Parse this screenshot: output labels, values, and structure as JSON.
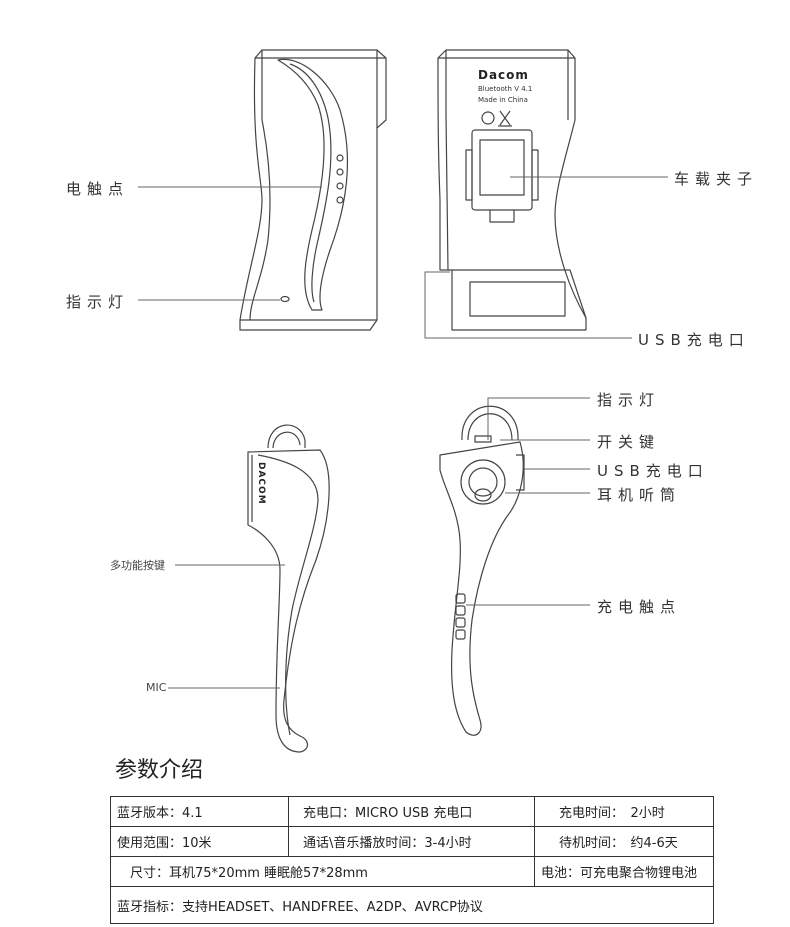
{
  "top_views": {
    "brand": "Dacom",
    "brand_sub": "Bluetooth V 4.1",
    "brand_origin": "Made in China",
    "labels": {
      "contacts": "电触点",
      "indicator": "指示灯",
      "car_clip": "车载夹子",
      "usb_port": "USB充电口"
    }
  },
  "bottom_views": {
    "side_brand": "DACOM",
    "labels": {
      "multi_key": "多功能按键",
      "mic": "MIC",
      "indicator": "指示灯",
      "switch": "开关键",
      "usb_port": "USB充电口",
      "earpiece": "耳机听筒",
      "charge_contacts": "充电触点"
    }
  },
  "specs": {
    "title": "参数介绍",
    "rows": [
      [
        "蓝牙版本：4.1",
        "充电口：MICRO USB 充电口",
        "充电时间：　2小时"
      ],
      [
        "使用范围：10米",
        "通话\\音乐播放时间：3-4小时",
        "待机时间：　约4-6天"
      ],
      [
        "　尺寸：耳机75*20mm 睡眠舱57*28mm",
        "电池：可充电聚合物锂电池"
      ],
      [
        "蓝牙指标：支持HEADSET、HANDFREE、A2DP、AVRCP协议"
      ]
    ]
  }
}
